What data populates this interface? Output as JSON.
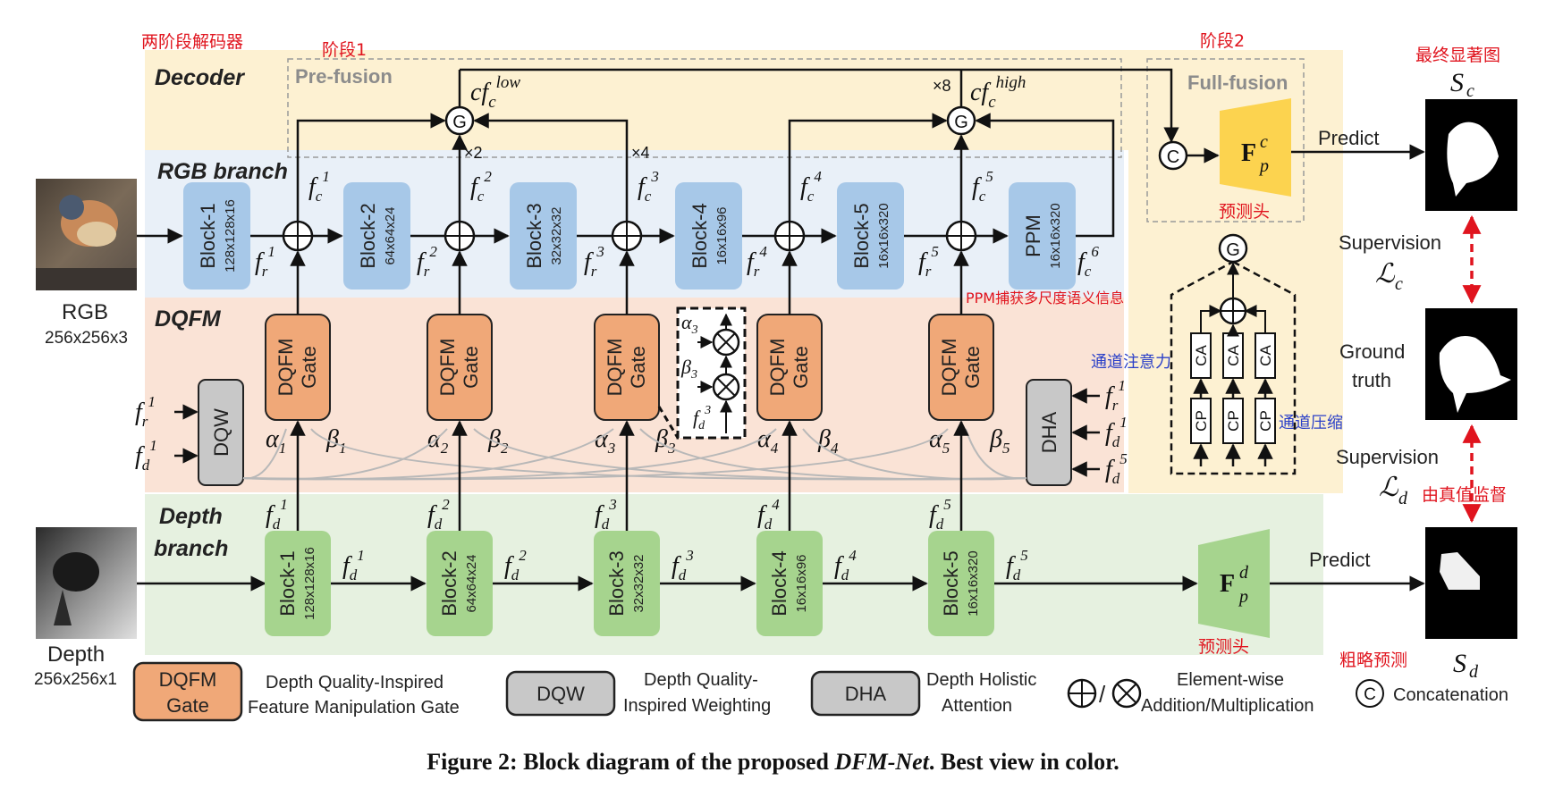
{
  "notes": {
    "two_stage_decoder": "两阶段解码器",
    "stage1": "阶段1",
    "stage2": "阶段2",
    "final_saliency": "最终显著图",
    "pred_head_top": "预测头",
    "pred_head_bottom": "预测头",
    "ppm_note": "PPM捕获多尺度语义信息",
    "channel_attention": "通道注意力",
    "channel_compress": "通道压缩",
    "gt_supervise": "由真值监督",
    "coarse_pred": "粗略预测"
  },
  "regions": {
    "decoder": "Decoder",
    "rgb_branch": "RGB branch",
    "dqfm": "DQFM",
    "depth_branch_line1": "Depth",
    "depth_branch_line2": "branch",
    "pre_fusion": "Pre-fusion",
    "full_fusion": "Full-fusion"
  },
  "inputs": {
    "rgb_name": "RGB",
    "rgb_size": "256x256x3",
    "depth_name": "Depth",
    "depth_size": "256x256x1"
  },
  "rgb_blocks": [
    {
      "name": "Block-1",
      "size": "128x128x16"
    },
    {
      "name": "Block-2",
      "size": "64x64x24"
    },
    {
      "name": "Block-3",
      "size": "32x32x32"
    },
    {
      "name": "Block-4",
      "size": "16x16x96"
    },
    {
      "name": "Block-5",
      "size": "16x16x320"
    },
    {
      "name": "PPM",
      "size": "16x16x320"
    }
  ],
  "depth_blocks": [
    {
      "name": "Block-1",
      "size": "128x128x16"
    },
    {
      "name": "Block-2",
      "size": "64x64x24"
    },
    {
      "name": "Block-3",
      "size": "32x32x32"
    },
    {
      "name": "Block-4",
      "size": "16x16x96"
    },
    {
      "name": "Block-5",
      "size": "16x16x320"
    }
  ],
  "gates": [
    {
      "line1": "DQFM",
      "line2": "Gate"
    },
    {
      "line1": "DQFM",
      "line2": "Gate"
    },
    {
      "line1": "DQFM",
      "line2": "Gate"
    },
    {
      "line1": "DQFM",
      "line2": "Gate"
    },
    {
      "line1": "DQFM",
      "line2": "Gate"
    }
  ],
  "modules": {
    "dqw": "DQW",
    "dha": "DHA",
    "g_symbol": "G",
    "c_symbol": "C",
    "ca": "CA",
    "cp": "CP"
  },
  "multipliers": {
    "x2": "×2",
    "x4": "×4",
    "x8": "×8"
  },
  "features": {
    "f": "f",
    "cf": "cf",
    "r": "r",
    "c": "c",
    "d": "d",
    "low": "low",
    "high": "high",
    "alpha": "α",
    "beta": "β",
    "idx": [
      "1",
      "2",
      "3",
      "4",
      "5",
      "6"
    ]
  },
  "outputs": {
    "predict_top": "Predict",
    "predict_bottom": "Predict",
    "fp": "F",
    "fp_sub": "p",
    "fp_sup_c": "c",
    "fp_sup_d": "d",
    "supervision_c": "Supervision",
    "supervision_d": "Supervision",
    "loss_symbol": "ℒ",
    "loss_c": "c",
    "loss_d": "d",
    "ground_truth_line1": "Ground",
    "ground_truth_line2": "truth",
    "s": "S",
    "s_c": "c",
    "s_d": "d"
  },
  "legend": {
    "gate_line1": "DQFM",
    "gate_line2": "Gate",
    "gate_desc1": "Depth Quality-Inspired",
    "gate_desc2": "Feature Manipulation Gate",
    "dqw": "DQW",
    "dqw_desc1": "Depth Quality-",
    "dqw_desc2": "Inspired  Weighting",
    "dha": "DHA",
    "dha_desc1": "Depth Holistic",
    "dha_desc2": "Attention",
    "ops_desc1": "Element-wise",
    "ops_desc2": "Addition/Multiplication",
    "concat_desc": "Concatenation"
  },
  "caption": {
    "prefix": "Figure 2: Block diagram of the proposed ",
    "model": "DFM-Net",
    "suffix": ". Best view in color."
  },
  "colors": {
    "decoder_bg": "#fdf1d2",
    "rgb_bg": "#e9f0f8",
    "dqfm_bg": "#fae3d6",
    "depth_bg": "#e6f1e0",
    "rgb_block": "#a7c8e8",
    "gate": "#f0a878",
    "depth_block": "#a6d48e",
    "fp_yellow": "#fcd34f",
    "fp_green": "#a6d48e",
    "grey_module": "#c8c8c8",
    "red_note": "#e0141e",
    "blue_note": "#2b40c8"
  }
}
